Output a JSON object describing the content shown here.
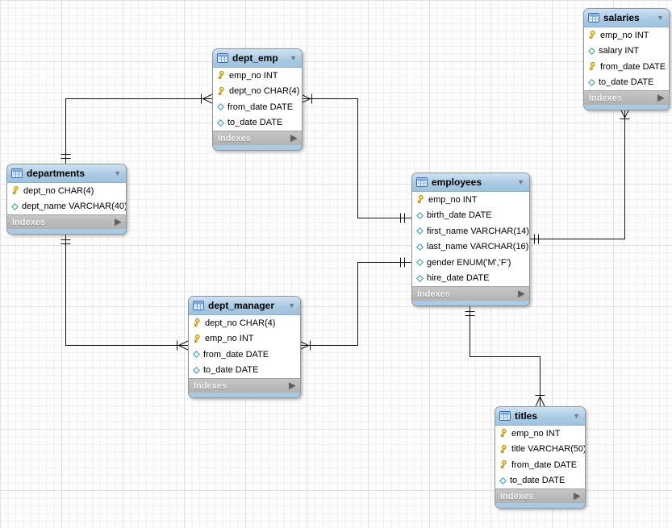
{
  "labels": {
    "indexes": "Indexes"
  },
  "icons": {
    "collapse_triangle": "▼",
    "expand_arrow": "▶",
    "table_header_icon": "table-grid-icon",
    "primary_key_icon": "yellow-key",
    "not_null_column_icon": "cyan-diamond"
  },
  "colors": {
    "header_blue": "#a8c9e3",
    "footer_gray": "#b9b9b9",
    "bottom_strip_blue": "#a9cae2",
    "connector": "#141414",
    "key_yellow": "#ffd83d",
    "diamond_cyan": "#c9edf3",
    "grid_minor": "#f0f0f2",
    "grid_major": "#e1e1e4"
  },
  "tables": [
    {
      "name": "salaries",
      "columns": [
        {
          "icon": "primary-key-icon",
          "text": "emp_no INT"
        },
        {
          "icon": "not-null-column-icon",
          "text": "salary INT"
        },
        {
          "icon": "primary-key-icon",
          "text": "from_date DATE"
        },
        {
          "icon": "not-null-column-icon",
          "text": "to_date DATE"
        }
      ]
    },
    {
      "name": "dept_emp",
      "columns": [
        {
          "icon": "primary-key-icon",
          "text": "emp_no INT"
        },
        {
          "icon": "primary-key-icon",
          "text": "dept_no CHAR(4)"
        },
        {
          "icon": "not-null-column-icon",
          "text": "from_date DATE"
        },
        {
          "icon": "not-null-column-icon",
          "text": "to_date DATE"
        }
      ]
    },
    {
      "name": "departments",
      "columns": [
        {
          "icon": "primary-key-icon",
          "text": "dept_no CHAR(4)"
        },
        {
          "icon": "not-null-column-icon",
          "text": "dept_name VARCHAR(40)"
        }
      ]
    },
    {
      "name": "employees",
      "columns": [
        {
          "icon": "primary-key-icon",
          "text": "emp_no INT"
        },
        {
          "icon": "not-null-column-icon",
          "text": "birth_date DATE"
        },
        {
          "icon": "not-null-column-icon",
          "text": "first_name VARCHAR(14)"
        },
        {
          "icon": "not-null-column-icon",
          "text": "last_name VARCHAR(16)"
        },
        {
          "icon": "not-null-column-icon",
          "text": "gender ENUM('M','F')"
        },
        {
          "icon": "not-null-column-icon",
          "text": "hire_date DATE"
        }
      ]
    },
    {
      "name": "dept_manager",
      "columns": [
        {
          "icon": "primary-key-icon",
          "text": "dept_no CHAR(4)"
        },
        {
          "icon": "primary-key-icon",
          "text": "emp_no INT"
        },
        {
          "icon": "not-null-column-icon",
          "text": "from_date DATE"
        },
        {
          "icon": "not-null-column-icon",
          "text": "to_date DATE"
        }
      ]
    },
    {
      "name": "titles",
      "columns": [
        {
          "icon": "primary-key-icon",
          "text": "emp_no INT"
        },
        {
          "icon": "primary-key-icon",
          "text": "title VARCHAR(50)"
        },
        {
          "icon": "primary-key-icon",
          "text": "from_date DATE"
        },
        {
          "icon": "not-null-column-icon",
          "text": "to_date DATE"
        }
      ]
    }
  ],
  "relationships": [
    {
      "one_side": "departments",
      "many_side": "dept_emp",
      "one_marker": "double-bar",
      "many_marker": "crow-foot-bar"
    },
    {
      "one_side": "employees",
      "many_side": "dept_emp",
      "one_marker": "double-bar",
      "many_marker": "crow-foot-bar"
    },
    {
      "one_side": "departments",
      "many_side": "dept_manager",
      "one_marker": "double-bar",
      "many_marker": "crow-foot-bar"
    },
    {
      "one_side": "employees",
      "many_side": "dept_manager",
      "one_marker": "double-bar",
      "many_marker": "crow-foot-bar"
    },
    {
      "one_side": "employees",
      "many_side": "salaries",
      "one_marker": "double-bar",
      "many_marker": "crow-foot-bar"
    },
    {
      "one_side": "employees",
      "many_side": "titles",
      "one_marker": "double-bar",
      "many_marker": "crow-foot-bar"
    }
  ]
}
